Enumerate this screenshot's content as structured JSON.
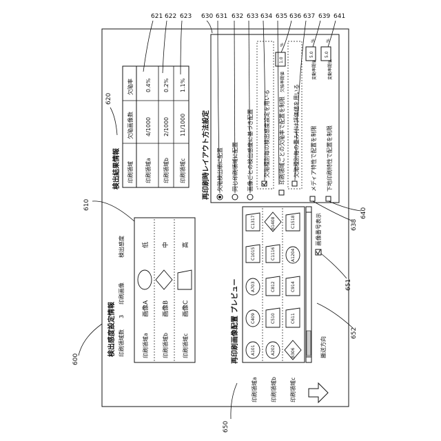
{
  "refs": {
    "outer": "600",
    "sensitivity_panel": "610",
    "results_panel": "620",
    "r621": "621",
    "r622": "622",
    "r623": "623",
    "layout_panel": "630",
    "r631": "631",
    "r632": "632",
    "r633": "633",
    "r634": "634",
    "r635": "635",
    "r636": "636",
    "r637": "637",
    "r638": "638",
    "r639": "639",
    "r640": "640",
    "r641": "641",
    "preview_panel": "650",
    "r651": "651",
    "r652": "652"
  },
  "sensitivity": {
    "title": "検出感度設定情報",
    "count_label": "印刷領域数",
    "count_value": "3",
    "col_image": "印刷画像",
    "col_sensitivity": "検出感度",
    "rows": [
      {
        "area": "印刷領域a",
        "image": "画像A",
        "sens": "低"
      },
      {
        "area": "印刷領域b",
        "image": "画像B",
        "sens": "中"
      },
      {
        "area": "印刷領域c",
        "image": "画像C",
        "sens": "高"
      }
    ]
  },
  "results": {
    "title": "検出結果情報",
    "headers": [
      "印刷領域",
      "欠陥画像数",
      "欠陥率"
    ],
    "rows": [
      [
        "印刷領域a",
        "4/1000",
        "0.4%"
      ],
      [
        "印刷領域b",
        "2/1000",
        "0.2%"
      ],
      [
        "印刷領域c",
        "11/1000",
        "1.1%"
      ]
    ]
  },
  "layout": {
    "title": "再印刷時レイアウト方法設定",
    "opt1": "欠陥検出順に配置",
    "opt2": "同じ印刷領域に配置",
    "opt3": "画像ごとの検出感度に基づき配置",
    "chk_sens": "欠陥種別毎の検出感度設定を用いる",
    "chk_rate": "印刷領域ごとの欠陥率で配置を制限",
    "rate_threshold_label": "欠陥率閾値",
    "rate_threshold_value": "1.0",
    "rate_unit": "%",
    "chk_weight": "欠陥種別毎の重み付け評価値を用いる",
    "chk_media": "メディア特性で配置を制限",
    "media_label": "変動率閾値",
    "media_value": "5.0",
    "media_unit": "%",
    "chk_base": "下地印刷特性で配置を制限",
    "base_label": "変動率閾値",
    "base_value": "5.0",
    "base_unit": "%"
  },
  "preview": {
    "title": "再印刷画像配置 プレビュー",
    "rows": [
      "印刷領域a",
      "印刷領域b",
      "印刷領域c"
    ],
    "cells": [
      [
        "A101",
        "C409",
        "A703",
        "C1015",
        "C1317"
      ],
      [
        "A202",
        "C510",
        "C812",
        "C1116",
        "B1408"
      ],
      [
        "B306",
        "C611",
        "C914",
        "A1204",
        "C1518"
      ]
    ],
    "show_numbers_label": "画像番号表示",
    "transport_label": "搬送方向"
  }
}
